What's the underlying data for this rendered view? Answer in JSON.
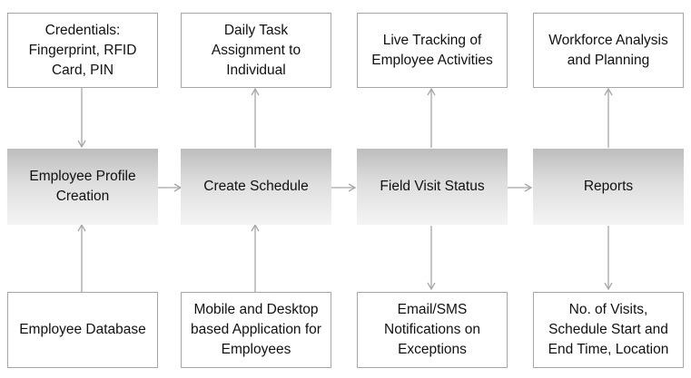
{
  "colors": {
    "box_border": "#a6a6a6",
    "arrow": "#a6a6a6",
    "text": "#111111",
    "process_gradient_top": "#bdbdbd",
    "process_gradient_bottom": "#f4f4f4"
  },
  "nodes": {
    "credentials": "Credentials:\nFingerprint, RFID\nCard, PIN",
    "daily_task": "Daily Task\nAssignment to\nIndividual",
    "live_tracking": "Live Tracking of\nEmployee Activities",
    "workforce_analysis": "Workforce Analysis\nand Planning",
    "employee_profile": "Employee Profile\nCreation",
    "create_schedule": "Create Schedule",
    "field_visit_status": "Field Visit Status",
    "reports": "Reports",
    "employee_database": "Employee Database",
    "mobile_desktop_app": "Mobile and Desktop\nbased Application for\nEmployees",
    "email_sms": "Email/SMS\nNotifications on\nExceptions",
    "visits_schedule": "No. of Visits,\nSchedule Start and\nEnd Time, Location"
  },
  "edges": [
    {
      "from": "credentials",
      "to": "employee_profile"
    },
    {
      "from": "employee_database",
      "to": "employee_profile"
    },
    {
      "from": "employee_profile",
      "to": "create_schedule"
    },
    {
      "from": "create_schedule",
      "to": "daily_task"
    },
    {
      "from": "mobile_desktop_app",
      "to": "create_schedule"
    },
    {
      "from": "create_schedule",
      "to": "field_visit_status"
    },
    {
      "from": "field_visit_status",
      "to": "live_tracking"
    },
    {
      "from": "field_visit_status",
      "to": "email_sms"
    },
    {
      "from": "field_visit_status",
      "to": "reports"
    },
    {
      "from": "reports",
      "to": "workforce_analysis"
    },
    {
      "from": "reports",
      "to": "visits_schedule"
    }
  ]
}
